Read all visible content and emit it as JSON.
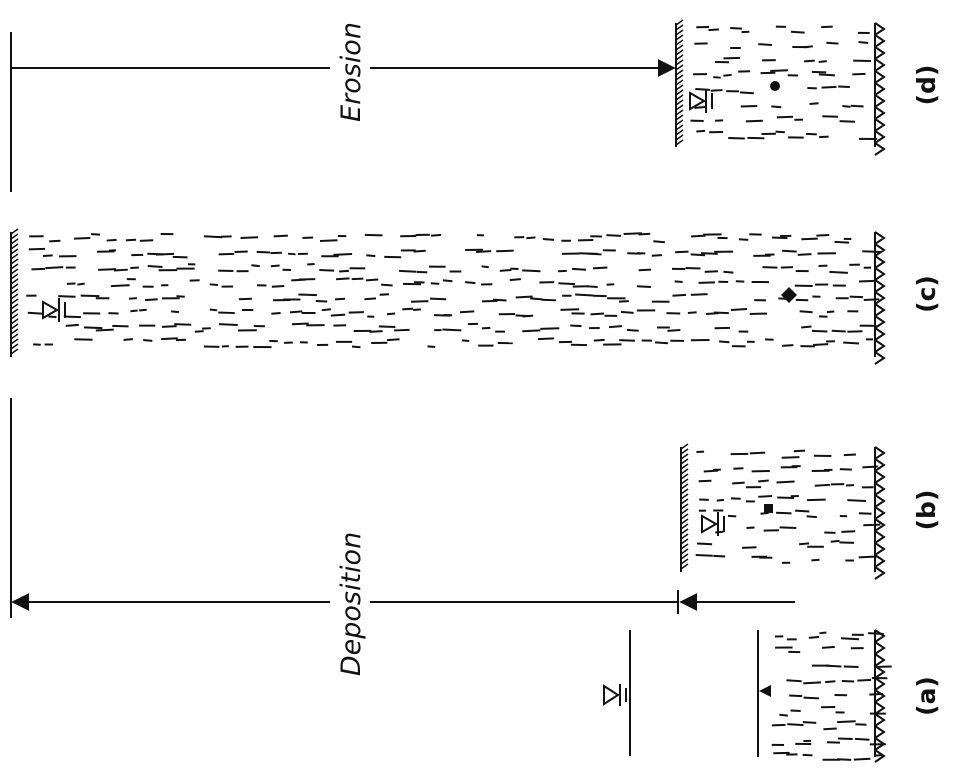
{
  "labels": {
    "erosion": "Erosion",
    "deposition": "Deposition",
    "panel_a": "(a)",
    "panel_b": "(b)",
    "panel_c": "(c)",
    "panel_d": "(d)"
  },
  "colors": {
    "ink": "#111111",
    "background": "#ffffff"
  }
}
